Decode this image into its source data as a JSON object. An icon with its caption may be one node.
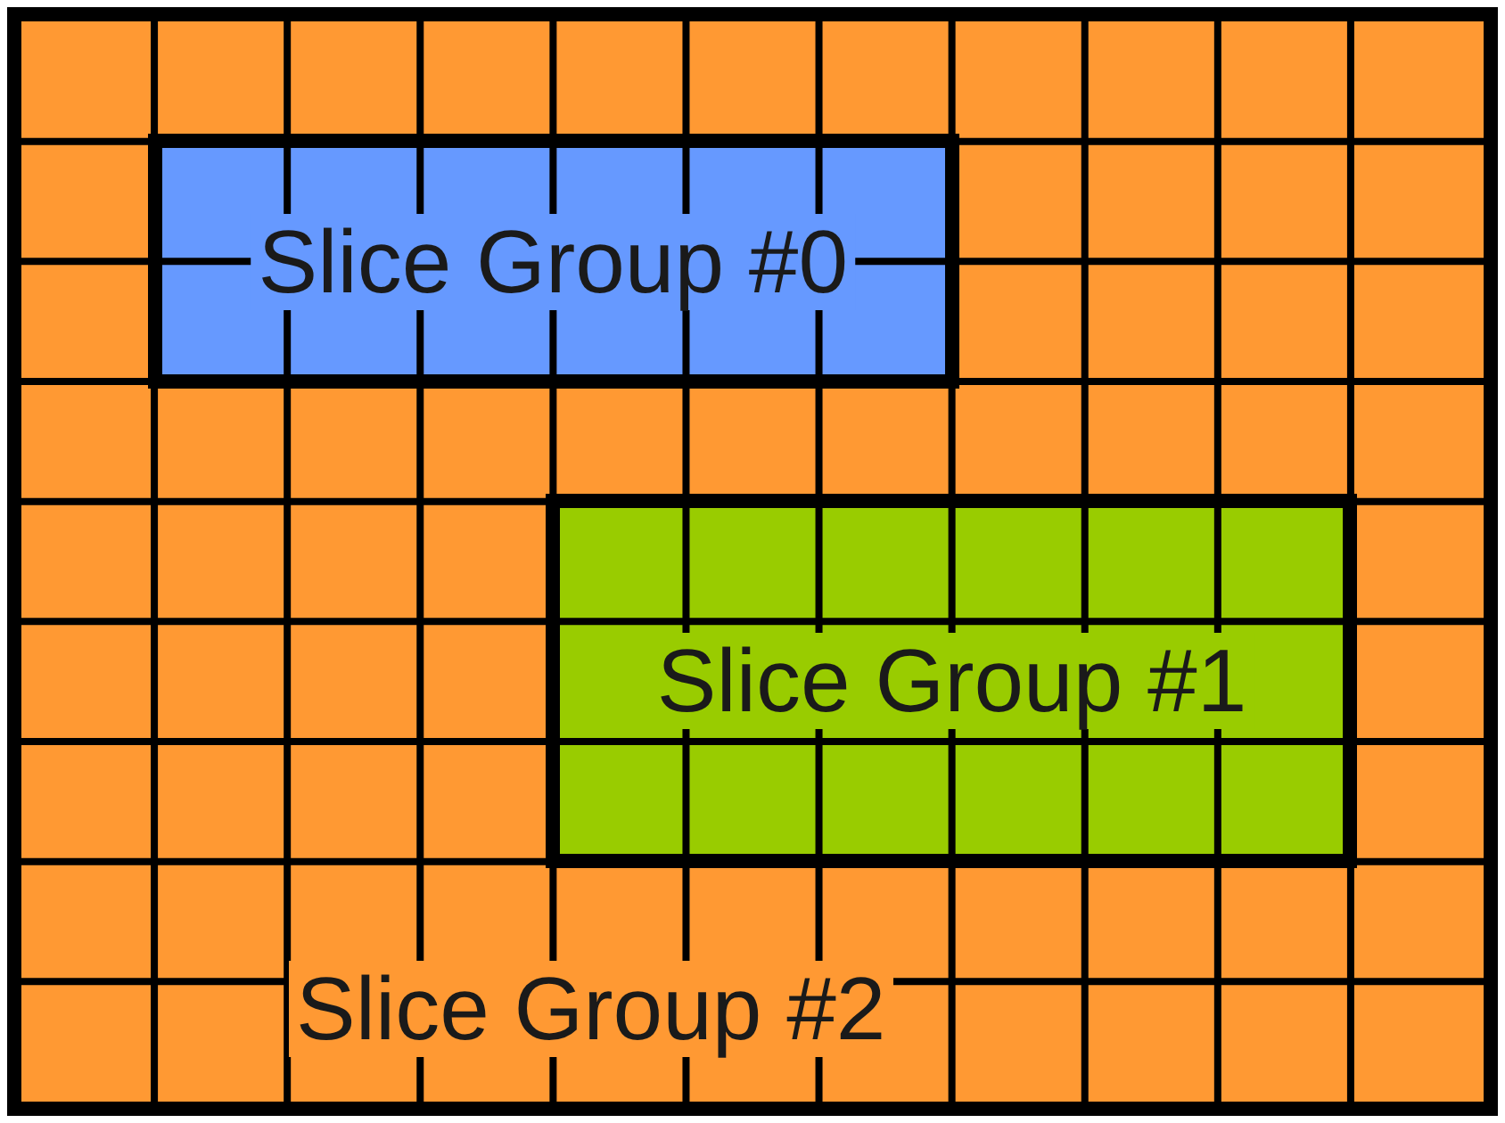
{
  "diagram": {
    "nodes": [
      {
        "text": [
          "Slice Group #2"
        ]
      },
      {
        "text": [
          "Slice Group #0"
        ],
        "in": 0
      },
      {
        "text": [
          "Slice Group #1"
        ],
        "in": 0
      }
    ]
  }
}
